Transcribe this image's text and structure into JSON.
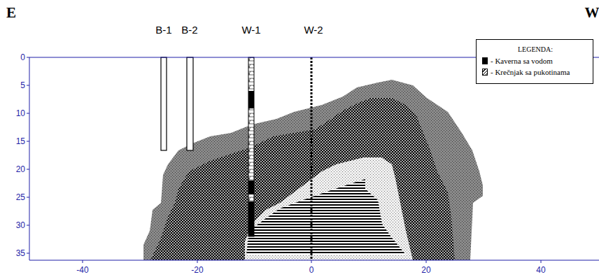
{
  "diagram": {
    "labels": [
      "E",
      "W",
      "B-1",
      "B-2",
      "W-1",
      "W-2",
      "0",
      "5",
      "10",
      "15",
      "20",
      "25",
      "30",
      "35",
      "-40",
      "-20",
      "0",
      "20",
      "40",
      "LEGENDA:"
    ],
    "legend": [
      {
        "text": "- Kaverna sa vodom"
      },
      {
        "text": "- Krečnjak sa pukotinama"
      }
    ]
  }
}
